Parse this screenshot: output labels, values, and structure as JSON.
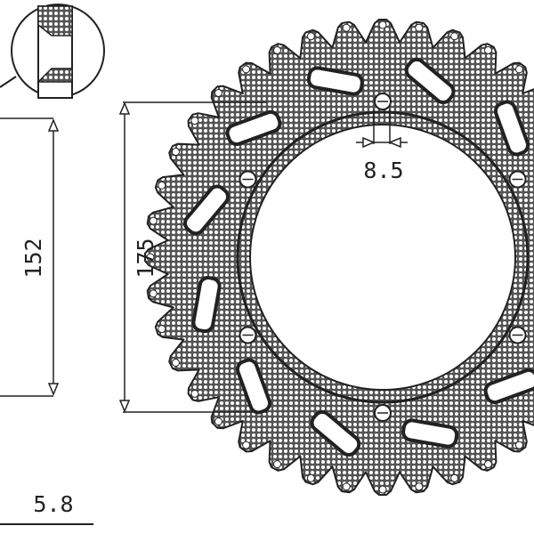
{
  "dimensions": {
    "inner_diameter": "152",
    "bolt_circle_diameter": "175",
    "bolt_hole_diameter": "8.5",
    "thickness": "5.8"
  },
  "colors": {
    "line": "#222222",
    "hatch_fill": "#8a8a8a",
    "background": "#ffffff"
  }
}
